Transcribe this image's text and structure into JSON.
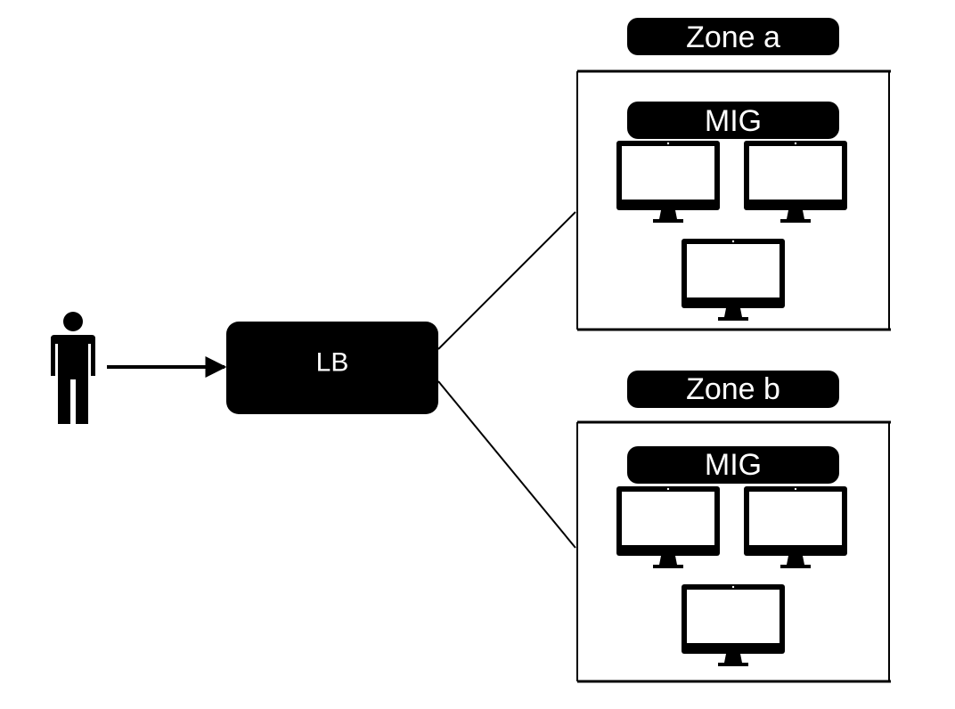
{
  "load_balancer": {
    "label": "LB"
  },
  "zones": [
    {
      "label": "Zone a",
      "group_label": "MIG",
      "instances": 3
    },
    {
      "label": "Zone b",
      "group_label": "MIG",
      "instances": 3
    }
  ],
  "icons": {
    "user": "person-icon",
    "instance": "monitor-icon"
  },
  "colors": {
    "foreground": "#000000",
    "background": "#ffffff"
  }
}
